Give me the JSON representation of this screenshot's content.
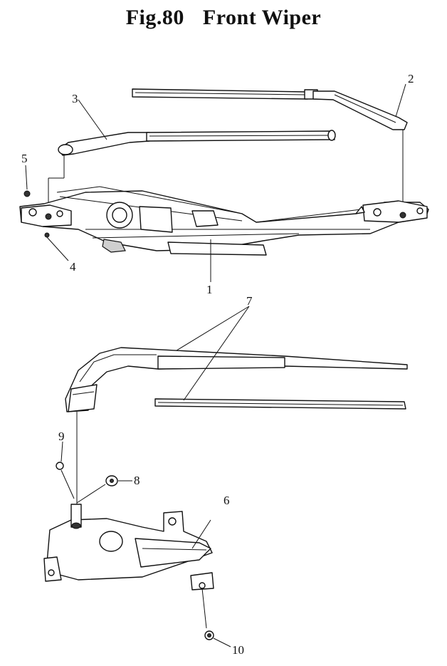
{
  "figure": {
    "number": "Fig.80",
    "title": "Front Wiper"
  },
  "callouts": [
    "1",
    "2",
    "3",
    "4",
    "5",
    "6",
    "7",
    "8",
    "9",
    "10"
  ]
}
